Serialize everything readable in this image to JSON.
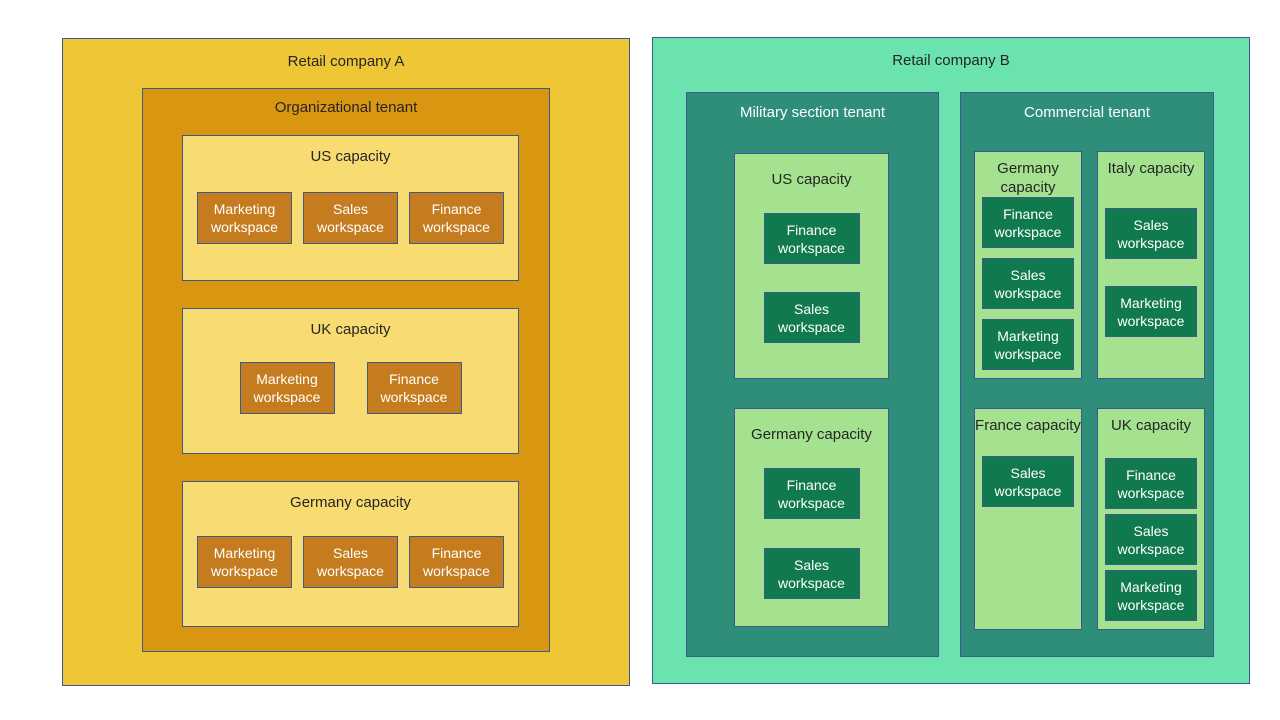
{
  "colors": {
    "border": "#3c5a8e",
    "company_a_fill": "#efc636",
    "tenant_a_fill": "#d99611",
    "capacity_a_fill": "#f8dc72",
    "workspace_a_fill": "#c57c1e",
    "company_b_fill": "#6ae3af",
    "tenant_b_fill": "#2e8e7a",
    "capacity_b_fill": "#a4e290",
    "workspace_b_fill": "#107a4e",
    "dark_text": "#252525",
    "light_text": "#ffffff"
  },
  "company_a": {
    "title": "Retail company A",
    "tenant": {
      "title": "Organizational tenant",
      "capacities": [
        {
          "title": "US capacity",
          "workspaces": [
            "Marketing workspace",
            "Sales workspace",
            "Finance workspace"
          ]
        },
        {
          "title": "UK capacity",
          "workspaces": [
            "Marketing workspace",
            "Finance workspace"
          ]
        },
        {
          "title": "Germany capacity",
          "workspaces": [
            "Marketing workspace",
            "Sales workspace",
            "Finance workspace"
          ]
        }
      ]
    }
  },
  "company_b": {
    "title": "Retail company B",
    "tenants": [
      {
        "title": "Military section tenant",
        "capacities": [
          {
            "title": "US capacity",
            "workspaces": [
              "Finance workspace",
              "Sales workspace"
            ]
          },
          {
            "title": "Germany capacity",
            "workspaces": [
              "Finance workspace",
              "Sales workspace"
            ]
          }
        ]
      },
      {
        "title": "Commercial tenant",
        "capacities": [
          {
            "title": "Germany capacity",
            "workspaces": [
              "Finance workspace",
              "Sales workspace",
              "Marketing workspace"
            ]
          },
          {
            "title": "Italy capacity",
            "workspaces": [
              "Sales workspace",
              "Marketing workspace"
            ]
          },
          {
            "title": "France capacity",
            "workspaces": [
              "Sales workspace"
            ]
          },
          {
            "title": "UK capacity",
            "workspaces": [
              "Finance workspace",
              "Sales workspace",
              "Marketing workspace"
            ]
          }
        ]
      }
    ]
  }
}
